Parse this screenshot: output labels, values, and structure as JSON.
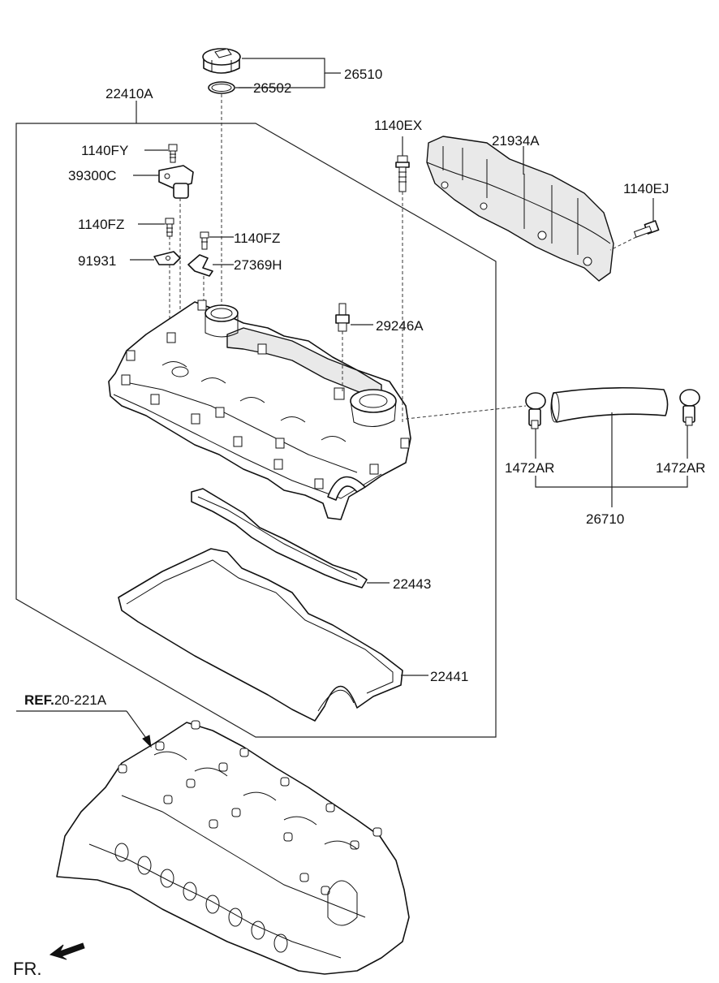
{
  "labels": {
    "p26510": "26510",
    "p26502": "26502",
    "p22410A": "22410A",
    "p1140FY": "1140FY",
    "p39300C": "39300C",
    "p1140FZ_a": "1140FZ",
    "p1140FZ_b": "1140FZ",
    "p91931": "91931",
    "p27369H": "27369H",
    "p29246A": "29246A",
    "p1140EX": "1140EX",
    "p21934A": "21934A",
    "p1140EJ": "1140EJ",
    "p1472AR_a": "1472AR",
    "p1472AR_b": "1472AR",
    "p26710": "26710",
    "p22443": "22443",
    "p22441": "22441",
    "ref_prefix": "REF.",
    "ref_code": "20-221A",
    "fr": "FR."
  },
  "icons": {
    "fr_arrow": "arrow-front-icon"
  }
}
